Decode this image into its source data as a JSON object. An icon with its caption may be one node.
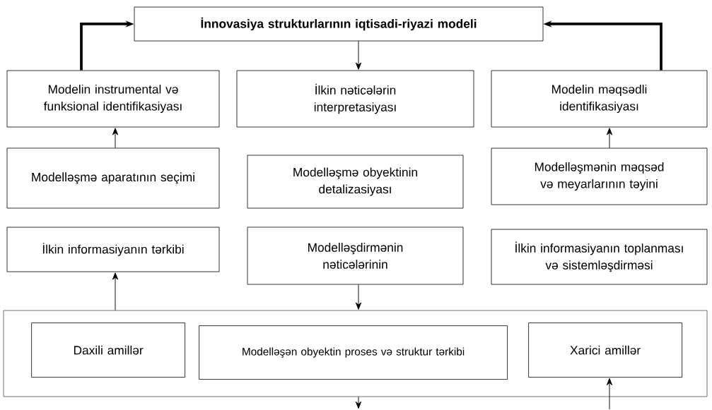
{
  "diagram": {
    "nodes": [
      {
        "text": [
          "İnnovasiya strukturlarının iqtisadi-riyazi modeli"
        ]
      },
      {
        "text": [
          "Modelin instrumental və funksional identifikasiyası"
        ]
      },
      {
        "text": [
          "İlkin nəticələrin interpretasiyası"
        ]
      },
      {
        "text": [
          "Modelin məqsədli identifikasiyası"
        ]
      },
      {
        "text": [
          "Modelləşmə aparatının seçimi"
        ]
      },
      {
        "text": [
          "Modelləşmə obyektinin detalizasiyası"
        ]
      },
      {
        "text": [
          "Modelləşmənin məqsəd və meyarlarının təyini"
        ]
      },
      {
        "text": [
          "İlkin informasiyanın tərkibi"
        ]
      },
      {
        "text": [
          "Modelləşdirmənin nəticələrinin"
        ]
      },
      {
        "text": [
          "İlkin informasiyanın toplanması və sistemləşdirməsi"
        ]
      },
      {
        "text": [],
        "shape": "box"
      },
      {
        "text": [
          "Daxili amillər"
        ],
        "in": 10
      },
      {
        "text": [
          "Modelləşən obyektin proses və struktur tərkibi"
        ],
        "in": 10
      },
      {
        "text": [
          "Xarici amillər"
        ],
        "in": 10
      }
    ],
    "edges": [
      {
        "from": 1,
        "to": 0,
        "arrow": "to",
        "style": "thick"
      },
      {
        "from": 3,
        "to": 0,
        "arrow": "to",
        "style": "thick"
      },
      {
        "from": 0,
        "to": 2,
        "arrow": "to"
      },
      {
        "from": 4,
        "to": 1,
        "arrow": "to"
      },
      {
        "from": 6,
        "to": 3,
        "arrow": "to"
      },
      {
        "from": 10,
        "to": 7,
        "arrow": "to"
      },
      {
        "from": 8,
        "to": 10,
        "arrow": "to"
      },
      {
        "from": 10,
        "to": null,
        "arrow": "to"
      },
      {
        "from": null,
        "to": 13,
        "arrow": "to"
      }
    ]
  }
}
